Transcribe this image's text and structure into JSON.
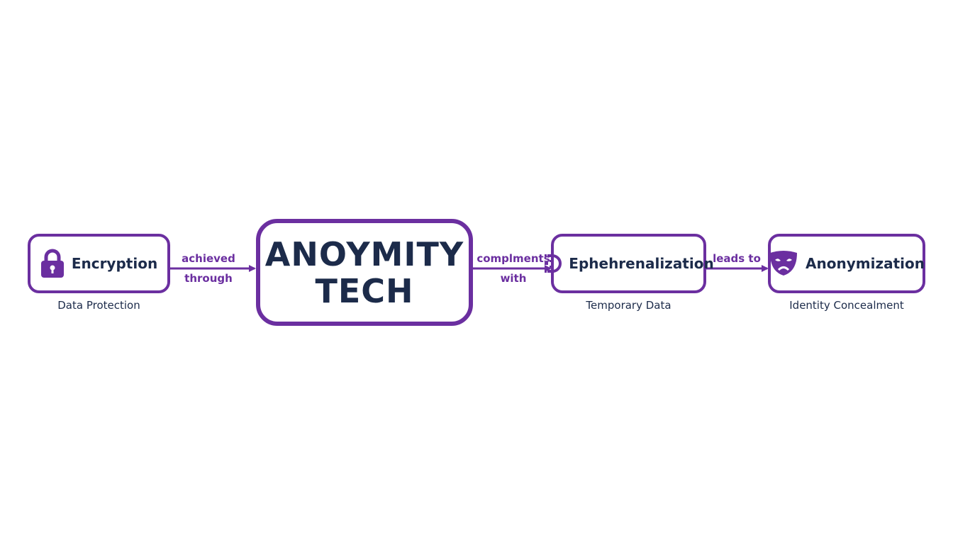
{
  "center": {
    "line1": "ANOYMITY",
    "line2": "TECH"
  },
  "nodes": {
    "encryption": {
      "label": "Encryption",
      "caption": "Data Protection",
      "icon": "padlock-icon"
    },
    "ephemeralization": {
      "label": "Ephehrenalization",
      "caption": "Temporary Data",
      "icon": "dissolving-d-icon"
    },
    "anonymization": {
      "label": "Anonymization",
      "caption": "Identity Concealment",
      "icon": "theater-mask-icon"
    }
  },
  "edges": {
    "encryption_to_center": {
      "line1": "achieved",
      "line2": "through"
    },
    "center_to_ephemeral": {
      "line1": "complments",
      "line2": "with"
    },
    "ephemeral_to_anon": {
      "line1": "leads to",
      "line2": ""
    }
  },
  "colors": {
    "accent": "#6b2fa0",
    "text": "#1c2b4a",
    "background": "#ffffff"
  }
}
